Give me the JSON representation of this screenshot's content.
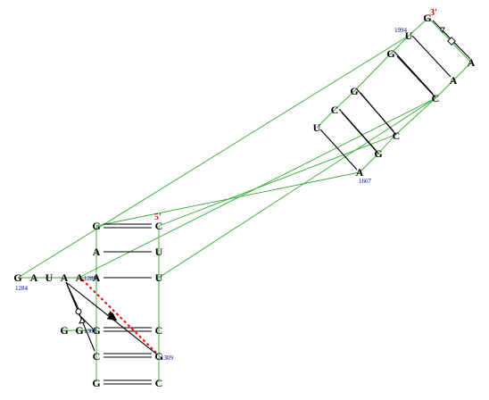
{
  "colors": {
    "backbone": "#33aa33",
    "pair": "#000000",
    "tertiary": "#ff0000",
    "label_num": "#00008b",
    "prime": "#e00000"
  },
  "prime_labels": [
    {
      "id": "p3",
      "text": "3'"
    },
    {
      "id": "p5",
      "text": "5'"
    }
  ],
  "nucleotides": [
    {
      "id": "g1994a",
      "base": "G"
    },
    {
      "id": "u1994",
      "base": "U"
    },
    {
      "id": "a_r1",
      "base": "A"
    },
    {
      "id": "g_l2",
      "base": "G"
    },
    {
      "id": "a_r2",
      "base": "A"
    },
    {
      "id": "g_l3",
      "base": "G"
    },
    {
      "id": "c_r3",
      "base": "C"
    },
    {
      "id": "c_l4",
      "base": "C"
    },
    {
      "id": "c_r4",
      "base": "C"
    },
    {
      "id": "u_l5",
      "base": "U"
    },
    {
      "id": "g_r5",
      "base": "G"
    },
    {
      "id": "a1667",
      "base": "A"
    },
    {
      "id": "g_top",
      "base": "G"
    },
    {
      "id": "c_top",
      "base": "C"
    },
    {
      "id": "a_mid",
      "base": "A"
    },
    {
      "id": "u_mid",
      "base": "U"
    },
    {
      "id": "g1284",
      "base": "G"
    },
    {
      "id": "a_loop1",
      "base": "A"
    },
    {
      "id": "u_loop",
      "base": "U"
    },
    {
      "id": "a_loop2",
      "base": "A"
    },
    {
      "id": "a_loop3",
      "base": "A"
    },
    {
      "id": "a_stem",
      "base": "A"
    },
    {
      "id": "u_stem",
      "base": "U"
    },
    {
      "id": "g_lo1",
      "base": "G"
    },
    {
      "id": "g_lo2",
      "base": "G"
    },
    {
      "id": "g_lo3",
      "base": "G"
    },
    {
      "id": "c_lo3",
      "base": "C"
    },
    {
      "id": "c_lo4",
      "base": "C"
    },
    {
      "id": "g1309",
      "base": "G"
    },
    {
      "id": "g_bot",
      "base": "G"
    },
    {
      "id": "c_bot",
      "base": "C"
    }
  ],
  "numbers": [
    {
      "id": "n1994",
      "text": "1994"
    },
    {
      "id": "n1667",
      "text": "1667"
    },
    {
      "id": "n1284",
      "text": "1284"
    },
    {
      "id": "n1289",
      "text": "1289"
    },
    {
      "id": "n1303",
      "text": "1303"
    },
    {
      "id": "n1309",
      "text": "1309"
    }
  ]
}
